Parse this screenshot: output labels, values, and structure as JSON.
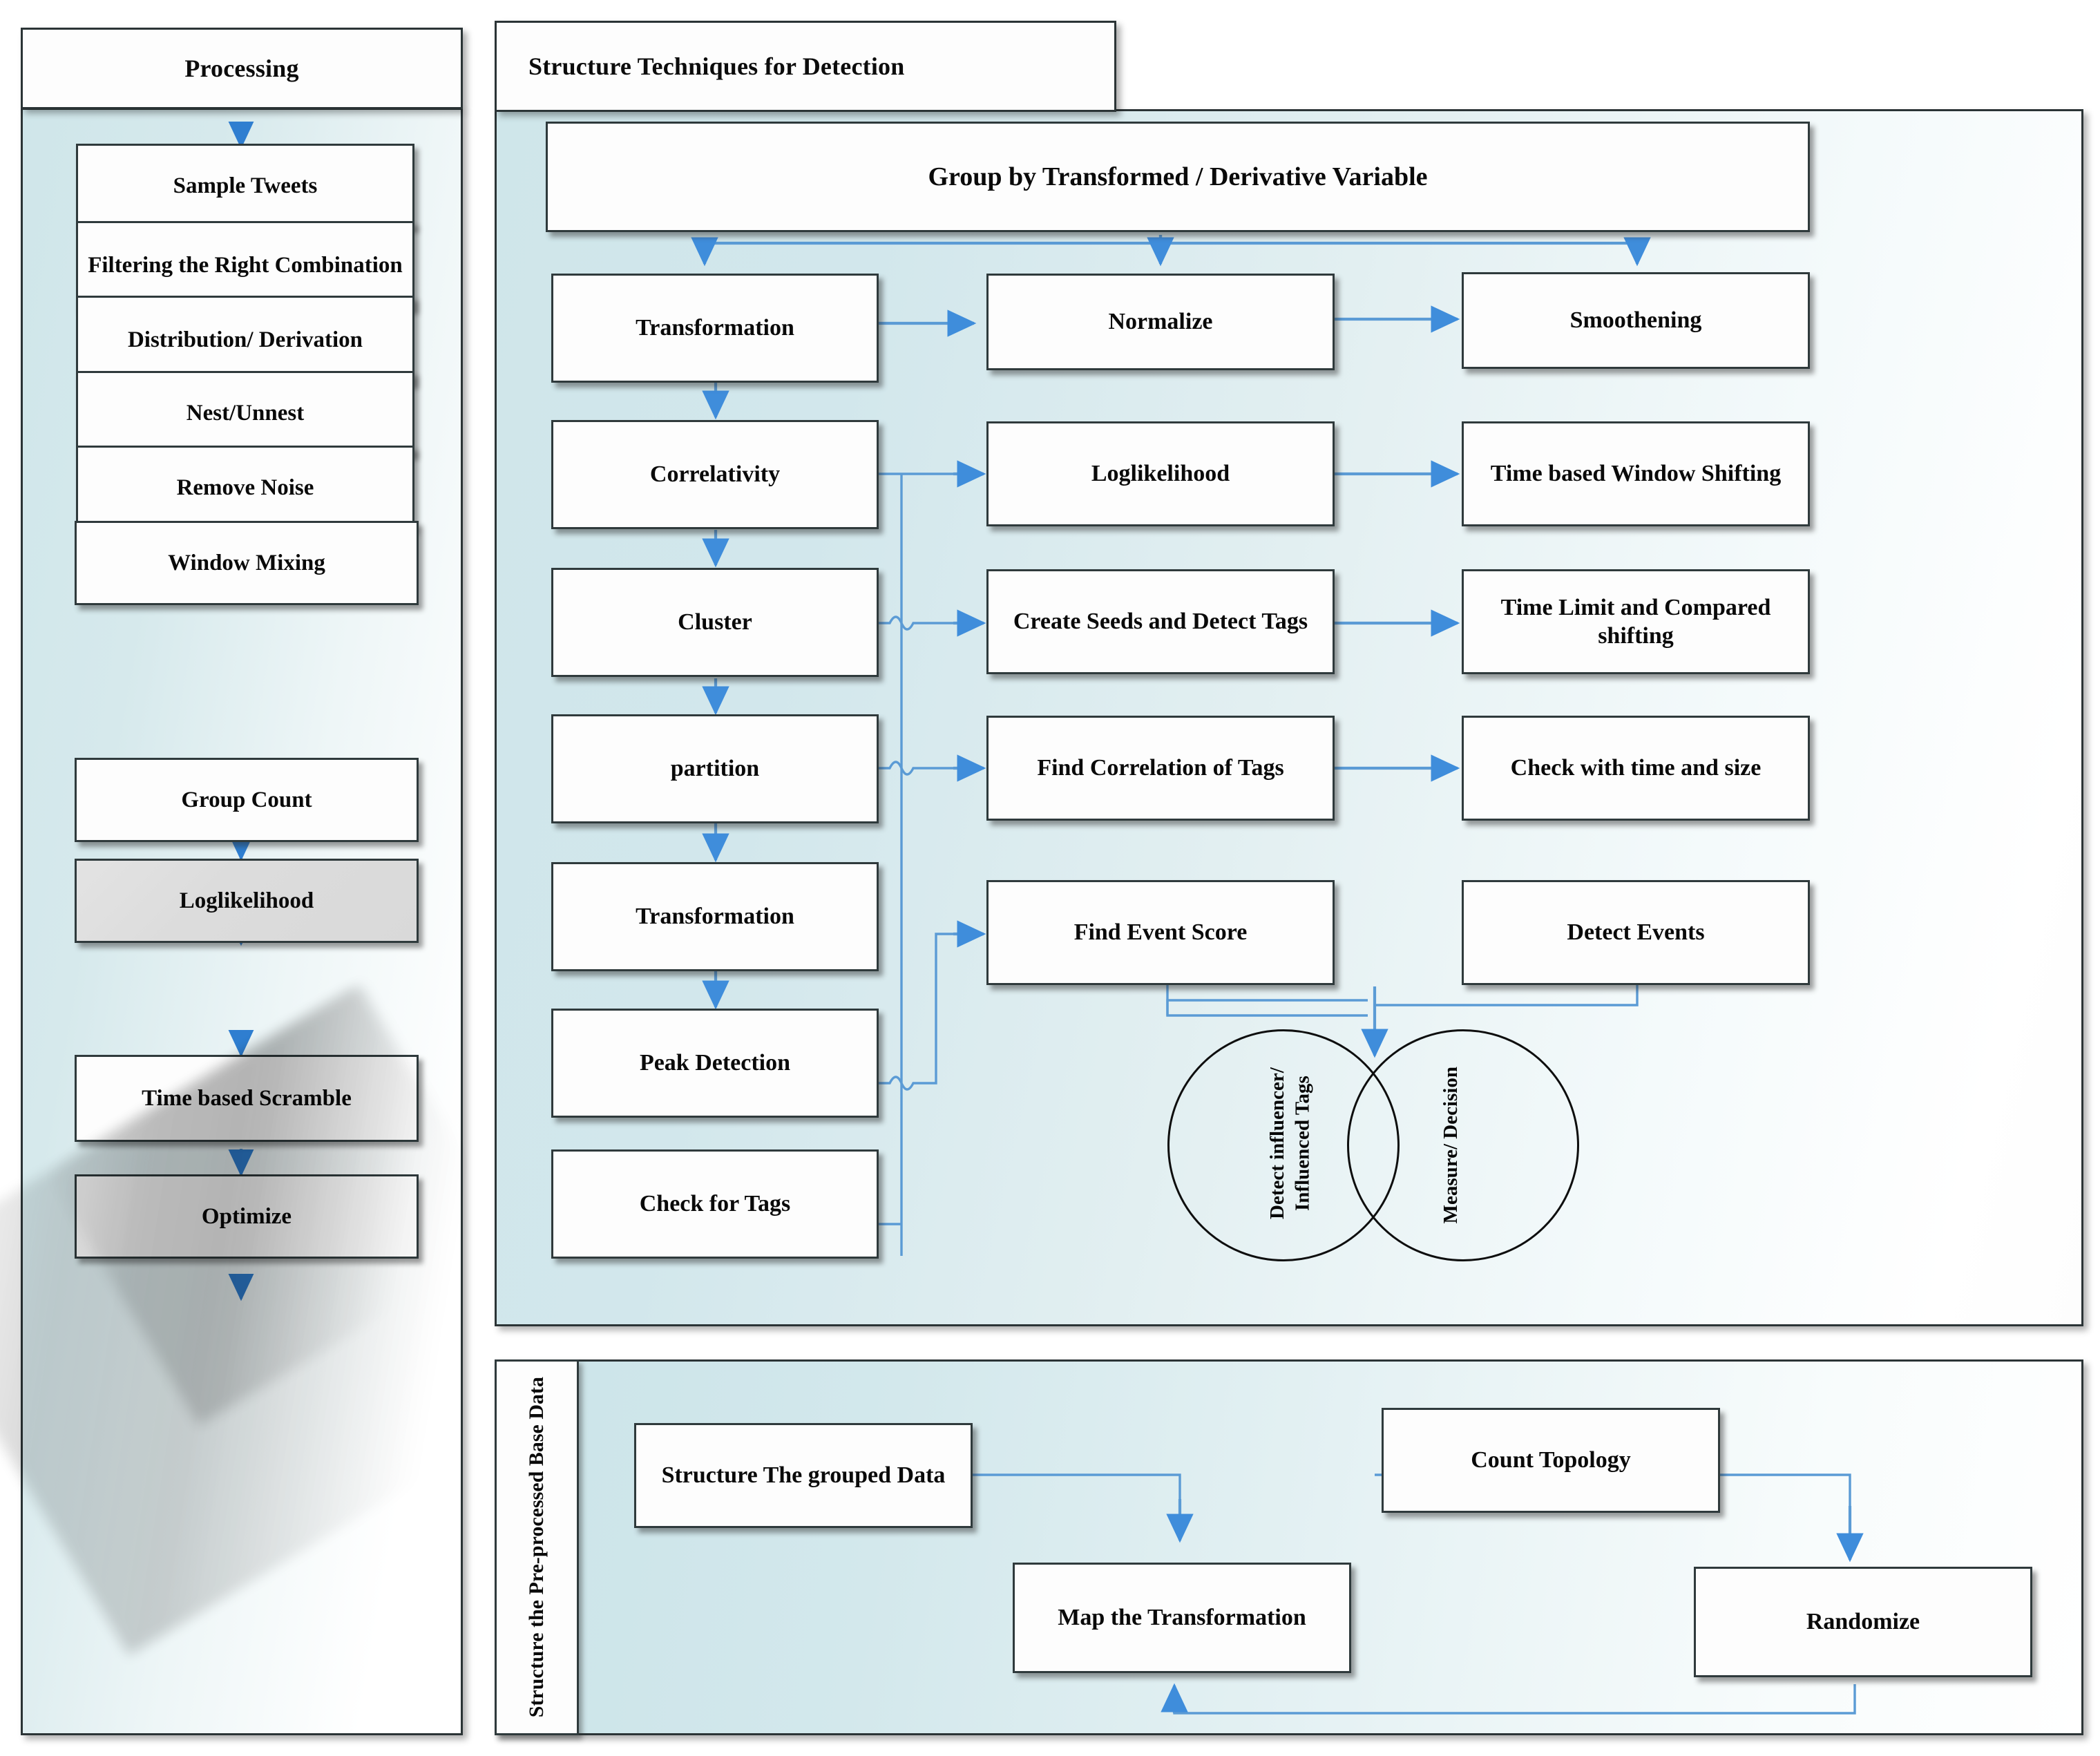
{
  "diagram": {
    "title": "Processing and Structure Techniques for Detection flowchart",
    "colors": {
      "panel_background_blue": "#cfe6ea",
      "box_fill": "#fdfdfd",
      "box_border": "#2f3a3c",
      "connector_blue": "#5b9bd5",
      "arrow_blue": "#2f7ed0",
      "text": "#0a0a0a"
    }
  },
  "left_panel": {
    "header": "Processing",
    "steps": [
      {
        "label": "Sample Tweets",
        "highlighted": false
      },
      {
        "label": "Filtering the Right Combination",
        "highlighted": false
      },
      {
        "label": "Distribution/ Derivation",
        "highlighted": false
      },
      {
        "label": "Nest/Unnest",
        "highlighted": false
      },
      {
        "label": "Remove Noise",
        "highlighted": false
      },
      {
        "label": "Window Mixing",
        "highlighted": false
      },
      {
        "label": "Group Count",
        "highlighted": false
      },
      {
        "label": "Loglikelihood",
        "highlighted": true
      },
      {
        "label": "Time based Scramble",
        "highlighted": false
      },
      {
        "label": "Optimize",
        "highlighted": false
      }
    ]
  },
  "main_panel": {
    "header": "Structure Techniques for Detection",
    "top_box": "Group by Transformed / Derivative Variable",
    "column_left": [
      "Transformation",
      "Correlativity",
      "Cluster",
      "partition",
      "Transformation",
      "Peak Detection",
      "Check for Tags"
    ],
    "column_middle": [
      "Normalize",
      "Loglikelihood",
      "Create Seeds and Detect Tags",
      "Find Correlation of Tags",
      "Find Event Score"
    ],
    "column_right": [
      "Smoothening",
      "Time based Window Shifting",
      "Time Limit and Compared shifting",
      "Check with time and size",
      "Detect Events"
    ],
    "venn": {
      "left_circle": "Detect influencer/ Influenced Tags",
      "right_circle": "Measure/ Decision"
    }
  },
  "bottom_panel": {
    "side_label": "Structure the Pre-processed Base Data",
    "boxes": [
      "Structure The grouped Data",
      "Map the Transformation",
      "Count Topology",
      "Randomize"
    ]
  }
}
